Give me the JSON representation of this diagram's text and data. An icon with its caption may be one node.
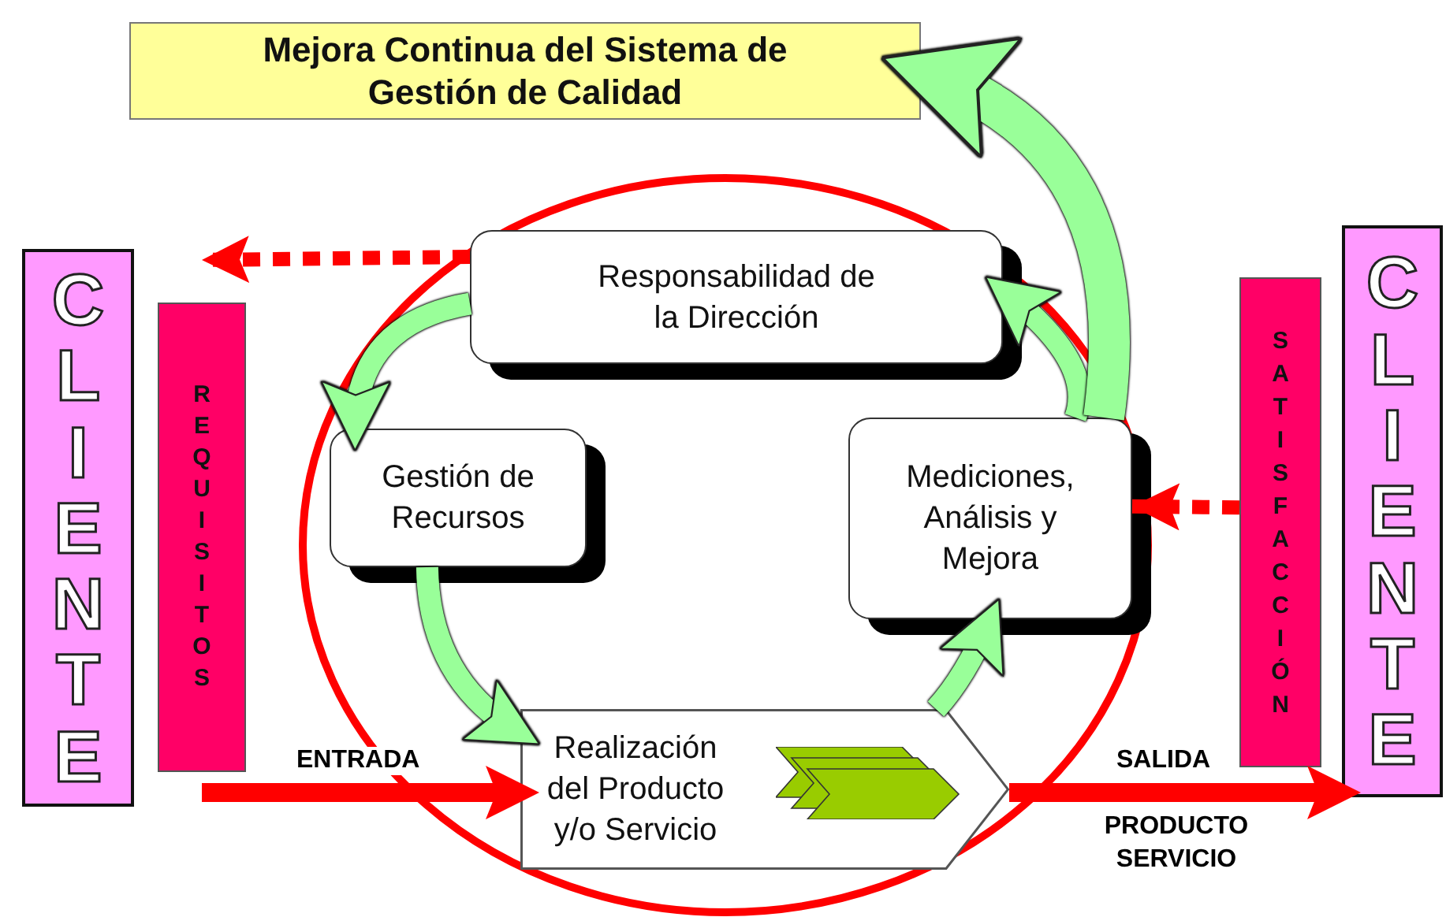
{
  "diagram": {
    "nodes": [
      {
        "text": [
          "Mejora Continua del Sistema de Gestión de Calidad"
        ]
      },
      {
        "text": [
          "CLIENTE"
        ]
      },
      {
        "text": [
          "REQUISITOS"
        ]
      },
      {
        "text": [
          "Responsabilidad de la Dirección"
        ]
      },
      {
        "text": [
          "Gestión de Recursos"
        ]
      },
      {
        "text": [
          "Mediciones, Análisis y Mejora"
        ]
      },
      {
        "text": [
          "Realización del Producto y/o Servicio"
        ]
      },
      {
        "text": [
          "SATISFACCIÓN"
        ]
      },
      {
        "text": [
          "CLIENTE"
        ]
      }
    ],
    "edges": [
      {
        "from": 3,
        "to": 2,
        "arrow": "to",
        "style": "dashed",
        "color": "#ff0000"
      },
      {
        "from": 3,
        "to": 4,
        "arrow": "to"
      },
      {
        "from": 4,
        "to": 6,
        "arrow": "to"
      },
      {
        "from": 6,
        "to": 5,
        "arrow": "to"
      },
      {
        "from": 5,
        "to": 3,
        "arrow": "to"
      },
      {
        "from": 5,
        "to": 0,
        "arrow": "to",
        "style": "thick"
      },
      {
        "from": null,
        "to": 6,
        "arrow": "to",
        "label": "ENTRADA",
        "color": "#ff0000"
      },
      {
        "from": 6,
        "to": 8,
        "arrow": "to",
        "label": "SALIDA",
        "color": "#ff0000"
      },
      {
        "from": 7,
        "to": 5,
        "arrow": "to",
        "style": "dashed",
        "color": "#ff0000"
      }
    ],
    "labels": [
      "PRODUCTO SERVICIO"
    ]
  }
}
